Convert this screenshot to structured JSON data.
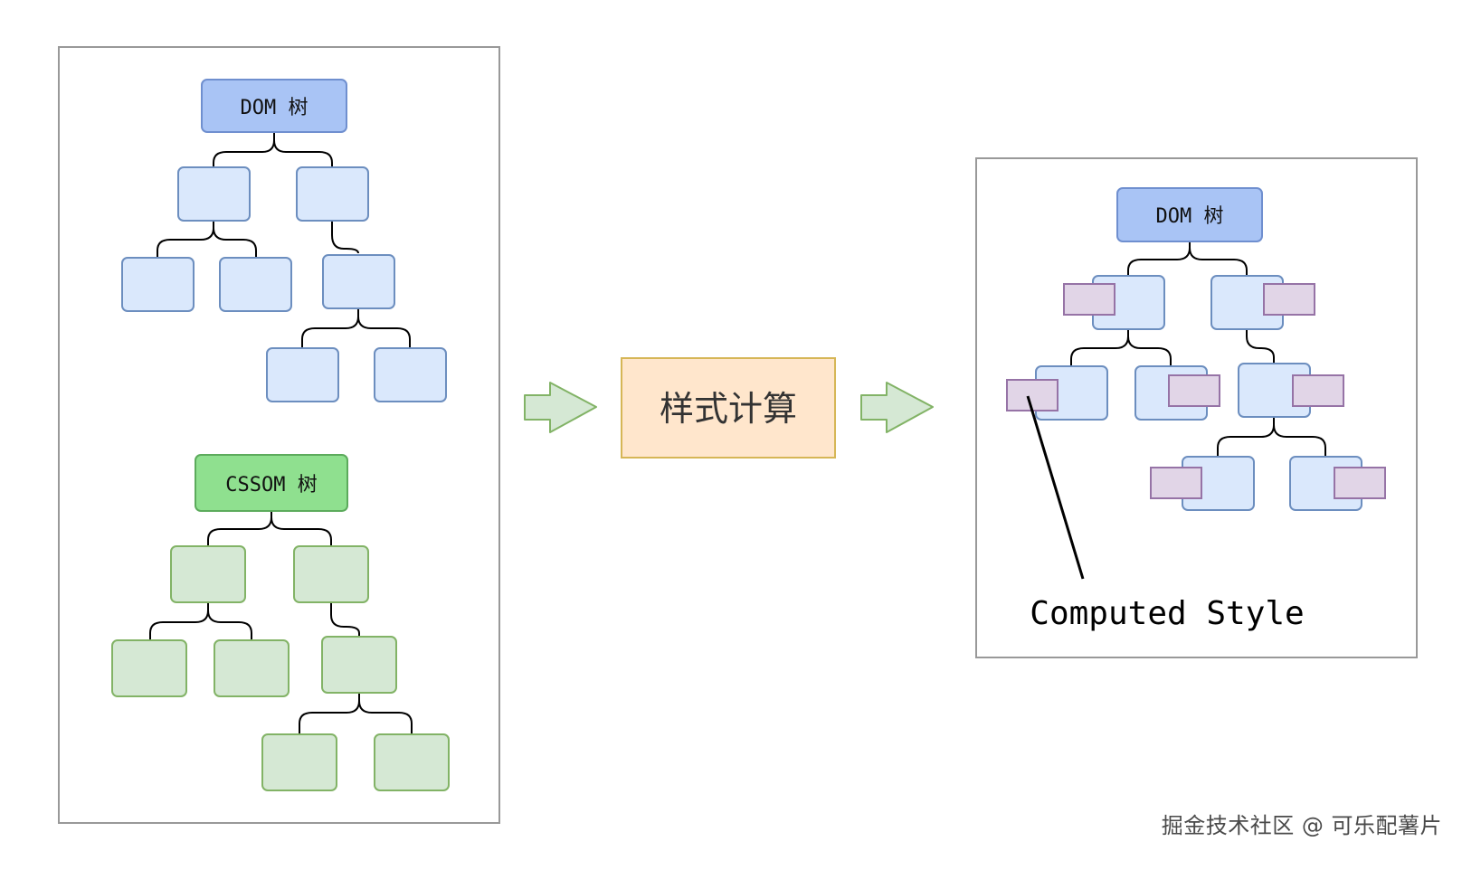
{
  "diagram": {
    "left_panel": {
      "dom_root_label": "DOM 树",
      "cssom_root_label": "CSSOM 树"
    },
    "process_label": "样式计算",
    "right_panel": {
      "dom_root_label": "DOM 树",
      "computed_style_label": "Computed Style"
    },
    "watermark": "掘金技术社区 @ 可乐配薯片"
  },
  "colors": {
    "dom_root_fill": "#a9c4f5",
    "dom_root_stroke": "#6f8fcf",
    "dom_node_fill": "#dae8fc",
    "dom_node_stroke": "#6c8ebf",
    "cssom_root_fill": "#8fe08f",
    "cssom_root_stroke": "#5cab5c",
    "cssom_node_fill": "#d5e8d4",
    "cssom_node_stroke": "#82b366",
    "process_fill": "#ffe6cc",
    "process_stroke": "#d6b656",
    "style_fill": "#e1d5e7",
    "style_stroke": "#9673a6",
    "arrow_fill": "#d5e8d4",
    "arrow_stroke": "#82b366",
    "panel_stroke": "#999999",
    "edge": "#000000"
  }
}
